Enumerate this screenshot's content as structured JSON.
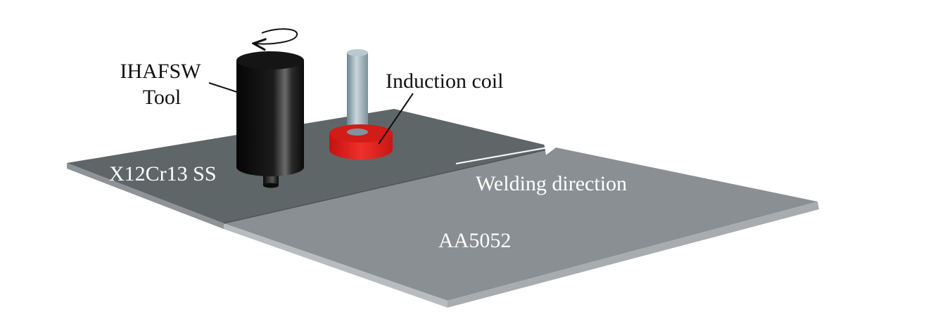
{
  "labels": {
    "tool_line1": "IHAFSW",
    "tool_line2": "Tool",
    "coil": "Induction coil",
    "steel": "X12Cr13 SS",
    "direction": "Welding direction",
    "aluminum": "AA5052"
  },
  "colors": {
    "steel_plate": "#5f6668",
    "aluminum_plate": "#8a8f93",
    "tool": "#111111",
    "coil": "#e0221f",
    "coil_rod": "#8fa3ad",
    "label_dark": "#111111",
    "label_light": "#ffffff",
    "arrow": "#ffffff"
  }
}
